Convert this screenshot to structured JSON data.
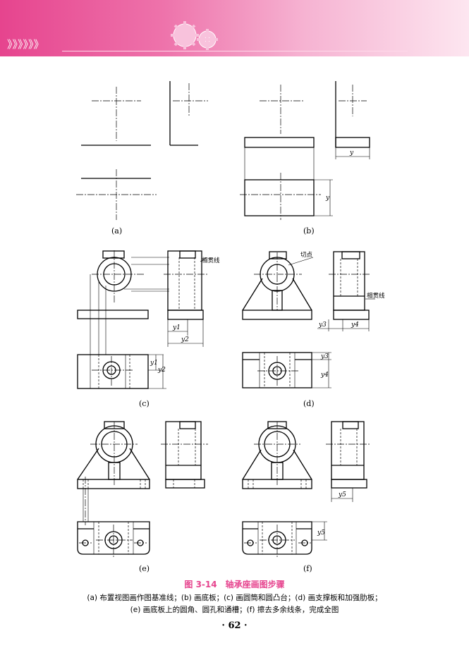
{
  "header": {
    "chevrons": "》》》》》》",
    "accent_color": "#e6448e"
  },
  "figure": {
    "sublabels": [
      "(a)",
      "(b)",
      "(c)",
      "(d)",
      "(e)",
      "(f)"
    ],
    "annotations": {
      "tangent_line_c": "相贯线",
      "tangent_point_d": "切点",
      "tangent_line_d": "相贯线"
    },
    "dimensions": {
      "y": "y",
      "y1": "y1",
      "y2": "y2",
      "y3": "y3",
      "y4": "y4",
      "y5": "y5"
    }
  },
  "caption": {
    "title": "图 3-14　轴承座画图步骤",
    "line1": "(a) 布置视图画作图基准线；(b) 画底板；(c) 画圆筒和圆凸台；(d) 画支撑板和加强肋板；",
    "line2": "(e) 画底板上的圆角、圆孔和通槽；(f) 擦去多余线条，完成全图"
  },
  "page_number": "· 62 ·"
}
